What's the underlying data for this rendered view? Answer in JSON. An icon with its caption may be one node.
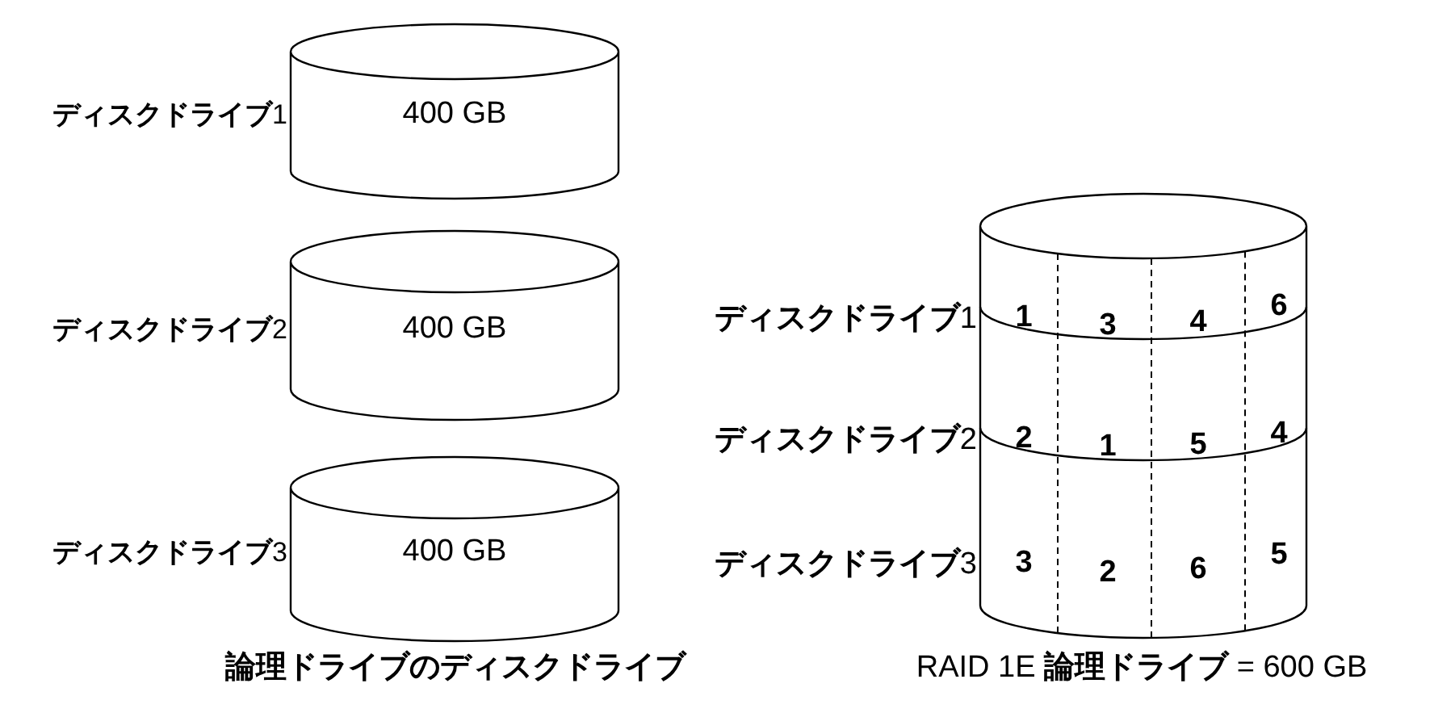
{
  "diagram": {
    "nodes": [
      {
        "text": [
          "400 GB"
        ],
        "beside": [
          "**ディスクドライブ**1"
        ]
      },
      {
        "text": [
          "400 GB"
        ],
        "beside": [
          "**ディスクドライブ**2"
        ]
      },
      {
        "text": [
          "400 GB"
        ],
        "beside": [
          "**ディスクドライブ**3"
        ]
      },
      {
        "text": [],
        "shape": "cylinder"
      },
      {
        "text": [
          "1",
          "3",
          "4",
          "6"
        ],
        "in": 3,
        "beside": [
          "**ディスクドライブ**1"
        ]
      },
      {
        "text": [
          "2",
          "1",
          "5",
          "4"
        ],
        "in": 3,
        "beside": [
          "**ディスクドライブ**2"
        ]
      },
      {
        "text": [
          "3",
          "2",
          "6",
          "5"
        ],
        "in": 3,
        "beside": [
          "**ディスクドライブ**3"
        ]
      }
    ],
    "edges": [],
    "labels": [
      "**論理ドライブのディスクドライブ**",
      "RAID 1E **論理ドライブ** = 600 GB"
    ]
  }
}
